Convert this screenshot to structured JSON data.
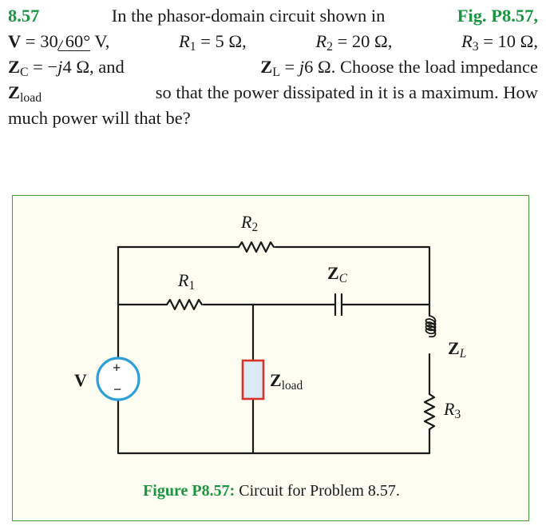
{
  "problem": {
    "number": "8.57",
    "intro": "In the phasor-domain circuit shown in",
    "fig_ref": "Fig. P8.57,",
    "V": "V",
    "v_eq": " = 30",
    "v_angle": "60°",
    "v_unit": "V,",
    "r1_sym": "R",
    "r1_sub": "1",
    "r1_val": " = 5 Ω,",
    "r2_sym": "R",
    "r2_sub": "2",
    "r2_val": " = 20 Ω,",
    "r3_sym": "R",
    "r3_sub": "3",
    "r3_val": " = 10 Ω,",
    "zc_sym": "Z",
    "zc_sub": "C",
    "zc_eq": " = −",
    "zc_j": "j",
    "zc_val": "4 Ω, and",
    "zl_sym": "Z",
    "zl_sub": "L",
    "zl_eq": " = ",
    "zl_j": "j",
    "zl_val": "6 Ω. Choose the load impedance",
    "zload_sym": "Z",
    "zload_sub": "load",
    "line3_rest": "so that the power dissipated in it is a maximum. How",
    "line4": "much power will that be?"
  },
  "figure": {
    "r2_label": "R",
    "r2_sub": "2",
    "r1_label": "R",
    "r1_sub": "1",
    "zc_label": "Z",
    "zc_sub": "C",
    "zl_label": "Z",
    "zl_sub": "L",
    "r3_label": "R",
    "r3_sub": "3",
    "v_label": "V",
    "zload_label": "Z",
    "zload_sub": "load",
    "plus": "+",
    "minus": "−",
    "caption_num": "Figure P8.57:",
    "caption_text": " Circuit for Problem 8.57.",
    "colors": {
      "border": "#4a9c3c",
      "background": "#fdfdf1",
      "source_ring": "#2e9fd8",
      "load_box": "#d8322a",
      "load_fill": "#dbeaf4",
      "caption_green": "#1a9641"
    }
  }
}
